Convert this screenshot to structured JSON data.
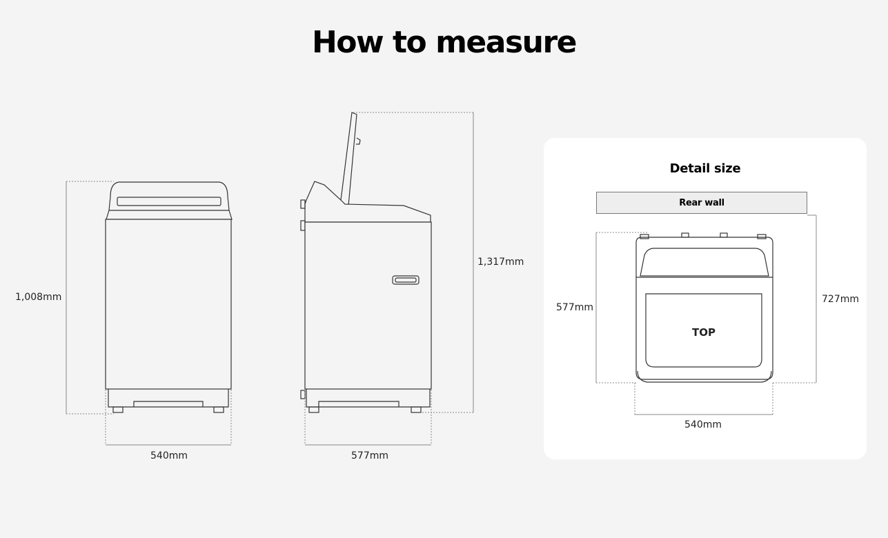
{
  "title": "How to measure",
  "front": {
    "height": "1,008mm",
    "width": "540mm"
  },
  "side": {
    "height": "1,317mm",
    "depth": "577mm"
  },
  "detail": {
    "title": "Detail size",
    "rear_wall": "Rear wall",
    "top_label": "TOP",
    "depth": "577mm",
    "depth_with_clearance": "727mm",
    "width": "540mm"
  }
}
